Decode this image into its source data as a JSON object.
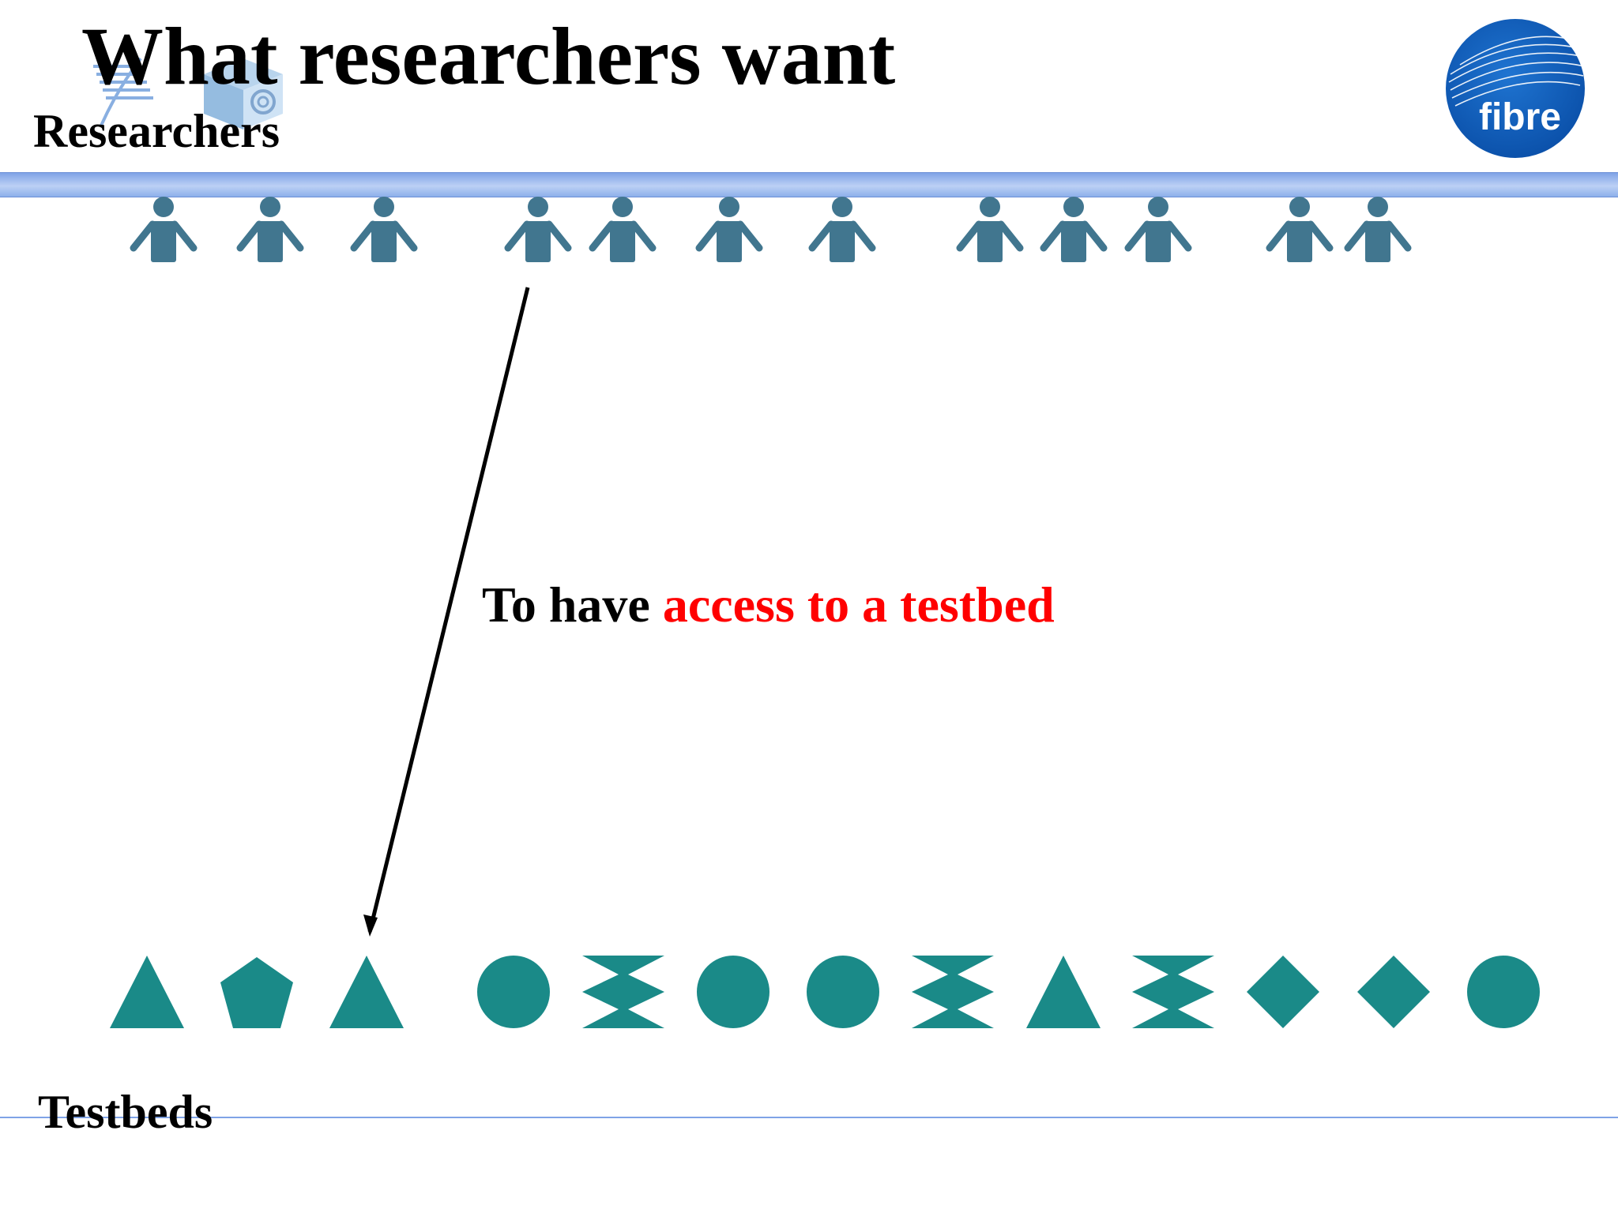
{
  "slide": {
    "title": "What researchers want",
    "researchers_label": "Researchers",
    "testbeds_label": "Testbeds",
    "caption_prefix": "To have ",
    "caption_highlight": "access to a testbed"
  },
  "fibre_logo": {
    "text": "fibre"
  },
  "colors": {
    "person": "#41768f",
    "testbed": "#1a8a88",
    "bar": "#8db0ea",
    "highlight": "#ff0000",
    "logo_blue": "#0a4fa8"
  },
  "researchers": {
    "count": 12
  },
  "testbeds": {
    "shapes": [
      "triangle",
      "pentagon",
      "triangle",
      "circle",
      "hourglass",
      "circle",
      "circle",
      "hourglass",
      "triangle",
      "hourglass",
      "diamond",
      "diamond",
      "circle"
    ]
  }
}
